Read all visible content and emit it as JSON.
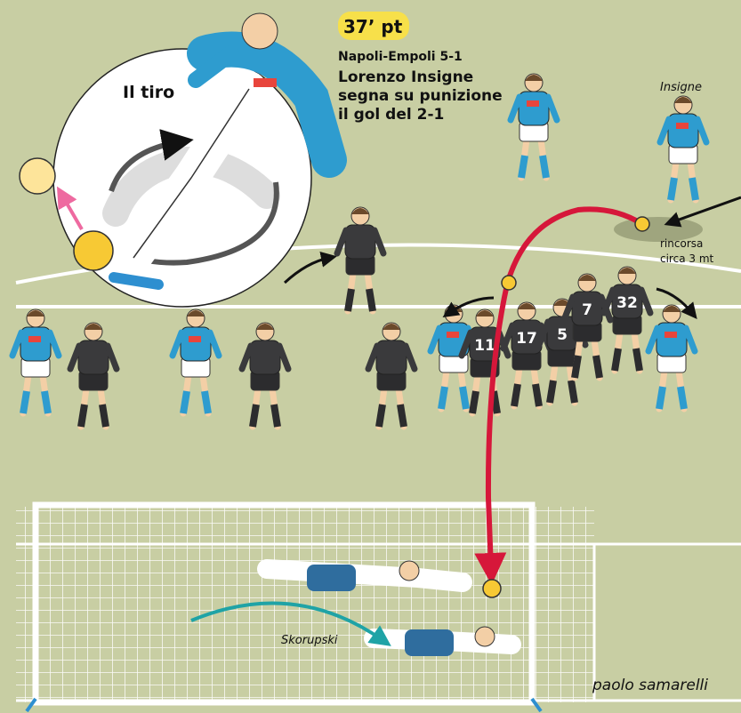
{
  "header": {
    "minute_badge": "37’ pt",
    "match": "Napoli-Empoli 5-1",
    "headline_lines": [
      "Lorenzo Insigne",
      "segna su punizione",
      "il gol del 2-1"
    ]
  },
  "inset": {
    "title": "Il tiro"
  },
  "labels": {
    "shooter": "Insigne",
    "runup_lines": [
      "rincorsa",
      "circa 3 mt"
    ],
    "goalkeeper": "Skorupski",
    "author": "paolo samarelli"
  },
  "wall_numbers": [
    "11",
    "17",
    "5",
    "7",
    "32"
  ],
  "colors": {
    "pitch": "#c8cea3",
    "napoli": "#2e9ccf",
    "empoli": "#3a3a3c",
    "ball": "#f7c934",
    "trajectory": "#d6173a",
    "badge": "#f7e04a",
    "dive": "#1fa3a6"
  }
}
